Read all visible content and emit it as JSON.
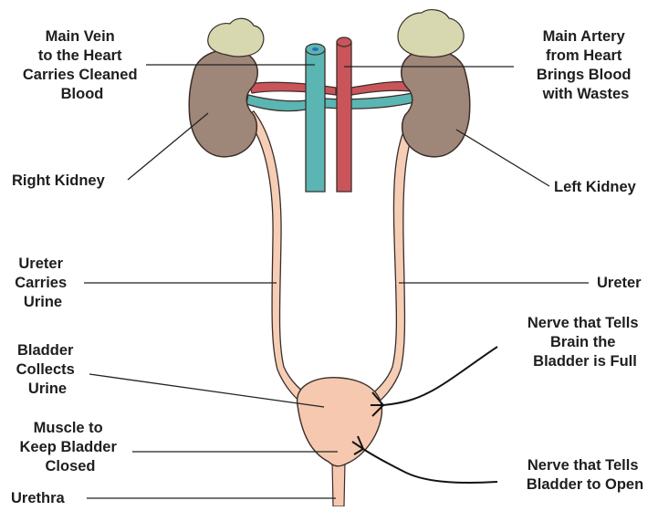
{
  "labels": {
    "vein": [
      "Main Vein",
      "to the Heart",
      "Carries Cleaned",
      "Blood"
    ],
    "artery": [
      "Main Artery",
      "from Heart",
      "Brings Blood",
      "with Wastes"
    ],
    "right_kidney": "Right Kidney",
    "left_kidney": "Left Kidney",
    "ureter_left": [
      "Ureter",
      "Carries",
      "Urine"
    ],
    "ureter_right": "Ureter",
    "bladder": [
      "Bladder",
      "Collects",
      "Urine"
    ],
    "nerve_full": [
      "Nerve that Tells",
      "Brain the",
      "Bladder is Full"
    ],
    "muscle": [
      "Muscle to",
      "Keep Bladder",
      "Closed"
    ],
    "nerve_open": [
      "Nerve that Tells",
      "Bladder to Open"
    ],
    "urethra": "Urethra"
  },
  "colors": {
    "kidney": "#9e8679",
    "adrenal": "#d7d8b0",
    "vein": "#5ab5b3",
    "artery": "#c9555b",
    "ureter": "#f6cdb5",
    "bladder": "#f6c8b0",
    "outline": "#3a2e2a",
    "nerve": "#141414"
  }
}
